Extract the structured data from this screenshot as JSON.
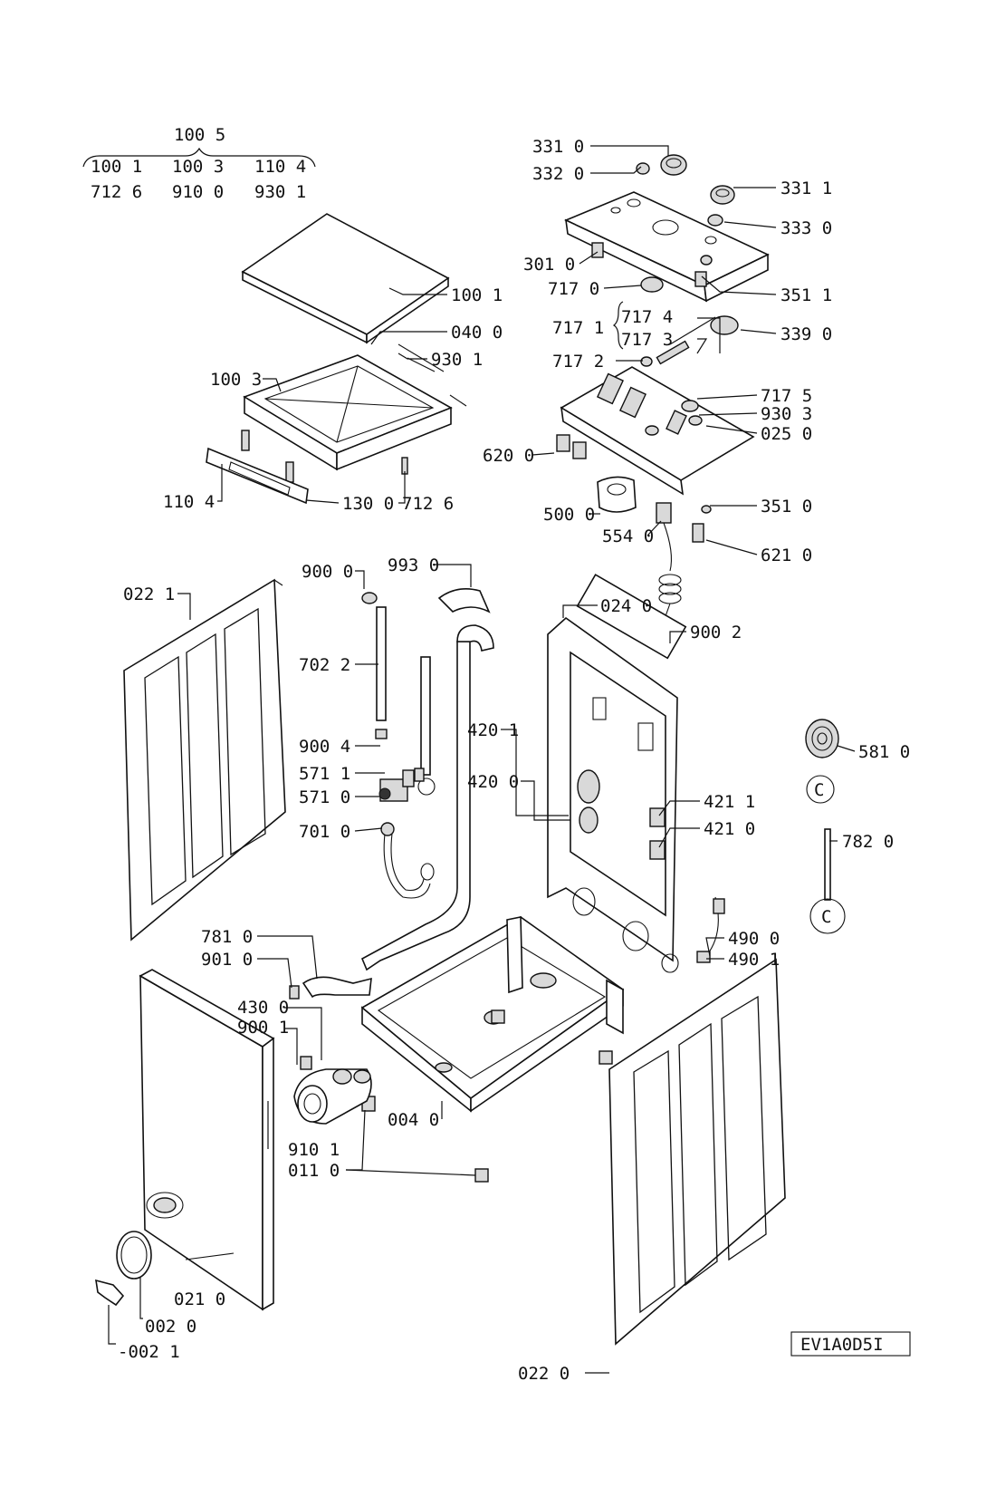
{
  "drawing_code": "EV1A0D5I",
  "kit_header": {
    "code": "100 5",
    "row1": [
      "100 1",
      "100 3",
      "110 4"
    ],
    "row2": [
      "712 6",
      "910 0",
      "930 1"
    ]
  },
  "labels": {
    "l3310": "331 0",
    "l3320": "332 0",
    "l3311": "331 1",
    "l3330": "333 0",
    "l3010": "301 0",
    "l7170": "717 0",
    "l3511": "351 1",
    "l7174": "717 4",
    "l7171": "717 1",
    "l7173": "717 3",
    "l3390": "339 0",
    "l7172": "717 2",
    "l7175": "717 5",
    "l9303": "930 3",
    "l0250": "025 0",
    "l6200": "620 0",
    "l3510": "351 0",
    "l5000": "500 0",
    "l5540": "554 0",
    "l6210": "621 0",
    "l1001": "100 1",
    "l0400": "040 0",
    "l9301": "930 1",
    "l1003": "100 3",
    "l1104": "110 4",
    "l1300": "130 0",
    "l7126": "712 6",
    "l9000": "900 0",
    "l9930": "993 0",
    "l0221": "022 1",
    "l7022": "702 2",
    "l9004": "900 4",
    "l5711": "571 1",
    "l5710": "571 0",
    "l7010": "701 0",
    "l4201": "420 1",
    "l4200": "420 0",
    "l0240": "024 0",
    "l9002": "900 2",
    "l4211": "421 1",
    "l4210": "421 0",
    "l4900": "490 0",
    "l4901": "490 1",
    "l5810": "581 0",
    "l7820": "782 0",
    "circle_c1": "C",
    "circle_c2": "C",
    "l7810": "781 0",
    "l9010": "901 0",
    "l4300": "430 0",
    "l9001": "900 1",
    "l0040": "004 0",
    "l9101": "910 1",
    "l0110": "011 0",
    "l0220": "022 0",
    "l0210": "021 0",
    "l0020": "002 0",
    "l0021": "-002 1"
  }
}
